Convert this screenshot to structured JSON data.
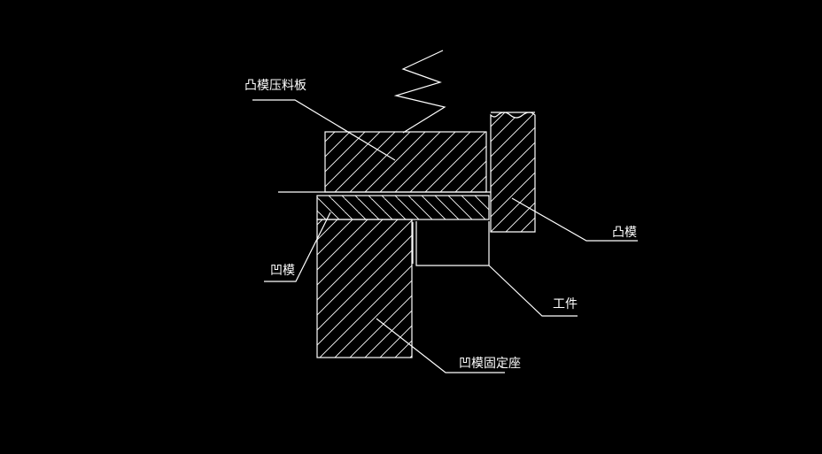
{
  "labels": {
    "punch_pressure_plate": "凸模压料板",
    "punch": "凸模",
    "die": "凹模",
    "workpiece": "工件",
    "die_holder": "凹模固定座"
  },
  "colors": {
    "background": "#000000",
    "line": "#ffffff"
  }
}
